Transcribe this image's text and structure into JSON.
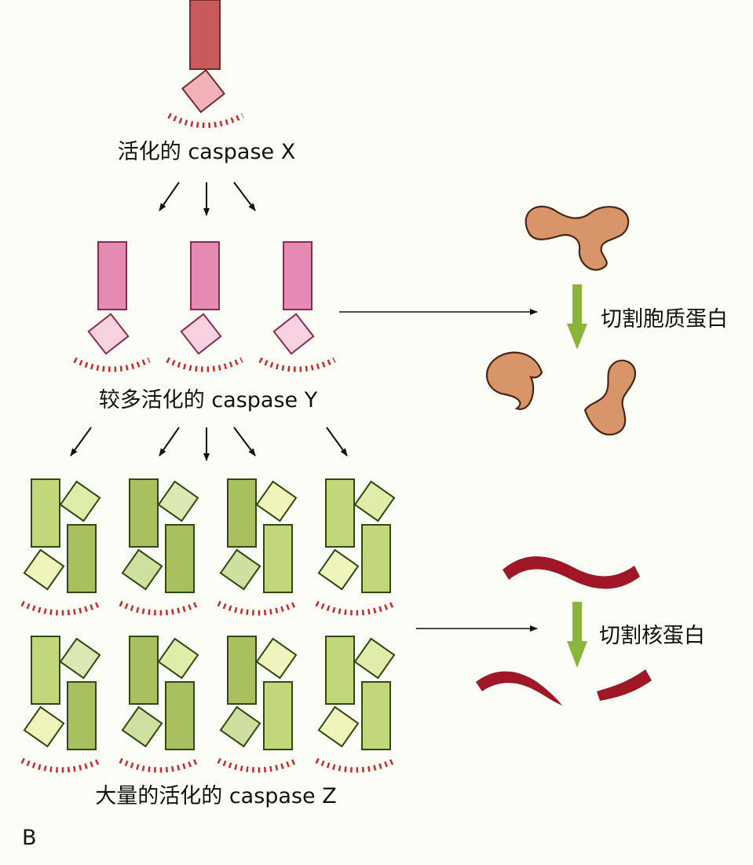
{
  "labels": {
    "caspase_x": "活化的 caspase X",
    "caspase_y": "较多活化的 caspase Y",
    "caspase_z": "大量的活化的 caspase Z",
    "cleave_cytoplasmic": "切割胞质蛋白",
    "cleave_nuclear": "切割核蛋白",
    "panel": "B"
  },
  "colors": {
    "x_stem": "#c85a5c",
    "x_stem_stroke": "#7a2a2c",
    "x_head": "#f2b3b8",
    "y_stem": "#e58ab3",
    "y_stem_stroke": "#8c2a4c",
    "y_head": "#f8d2e0",
    "z_dark": "#a8c060",
    "z_light": "#e0ecaa",
    "z_stroke": "#2f4a10",
    "activity_dash": "#d02828",
    "cytoplasmic_protein": "#d9956a",
    "cytoplasmic_stroke": "#4a2414",
    "nuclear_protein": "#a01828",
    "cleave_arrow": "#8ab43a",
    "arrow": "#111111"
  }
}
